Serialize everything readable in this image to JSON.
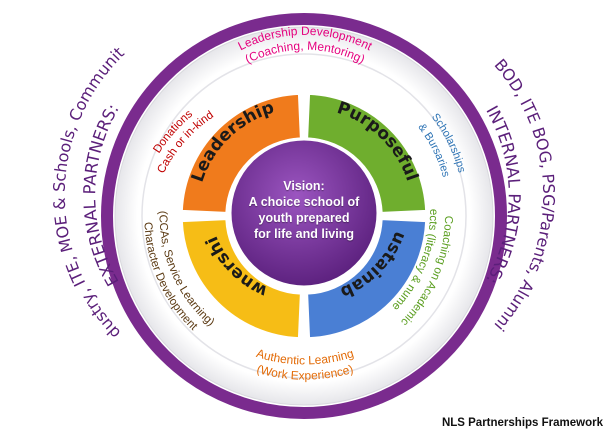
{
  "external_partners": {
    "line1": "EXTERNAL PARTNERS:",
    "line2": "Industry, ITE, MOE & Schools, Community"
  },
  "internal_partners": {
    "line1": "BOD, ITE BOG, PSG/Parents, Alumni",
    "line2": "INTERNAL PARTNERS:"
  },
  "programmes": [
    {
      "line1": "Leadership Development",
      "line2": "(Coaching, Mentoring)",
      "color": "#e5007e"
    },
    {
      "line1": "Scholarships",
      "line2": "& Bursaries",
      "color": "#2e74b5"
    },
    {
      "line1": "Coaching on Academic",
      "line2": "Subjects (literacy & numeracy)",
      "color": "#5a9e1f"
    },
    {
      "line1": "Authentic Learning",
      "line2": "(Work Experience)",
      "color": "#e36c09"
    },
    {
      "line1": "Character Development",
      "line2": "(CCAs, Service Learning)",
      "color": "#5c3b14"
    },
    {
      "line1": "Donations",
      "line2": "(Cash or in-kind)",
      "color": "#c00000"
    }
  ],
  "quadrants": [
    {
      "label": "Leadership",
      "color": "#f07b1c"
    },
    {
      "label": "Purposeful",
      "color": "#6fae2e"
    },
    {
      "label": "Sustainable",
      "color": "#4a7fd4"
    },
    {
      "label": "Ownership",
      "color": "#f6bd16"
    }
  ],
  "vision": {
    "lines": [
      "Vision:",
      "A choice school of",
      "youth prepared",
      "for life and living"
    ]
  },
  "caption": "NLS Partnerships Framework",
  "colors": {
    "outer_ring": "#7a2b8e",
    "partner_text": "#5b1f7a",
    "center": "#6a2a8c"
  }
}
